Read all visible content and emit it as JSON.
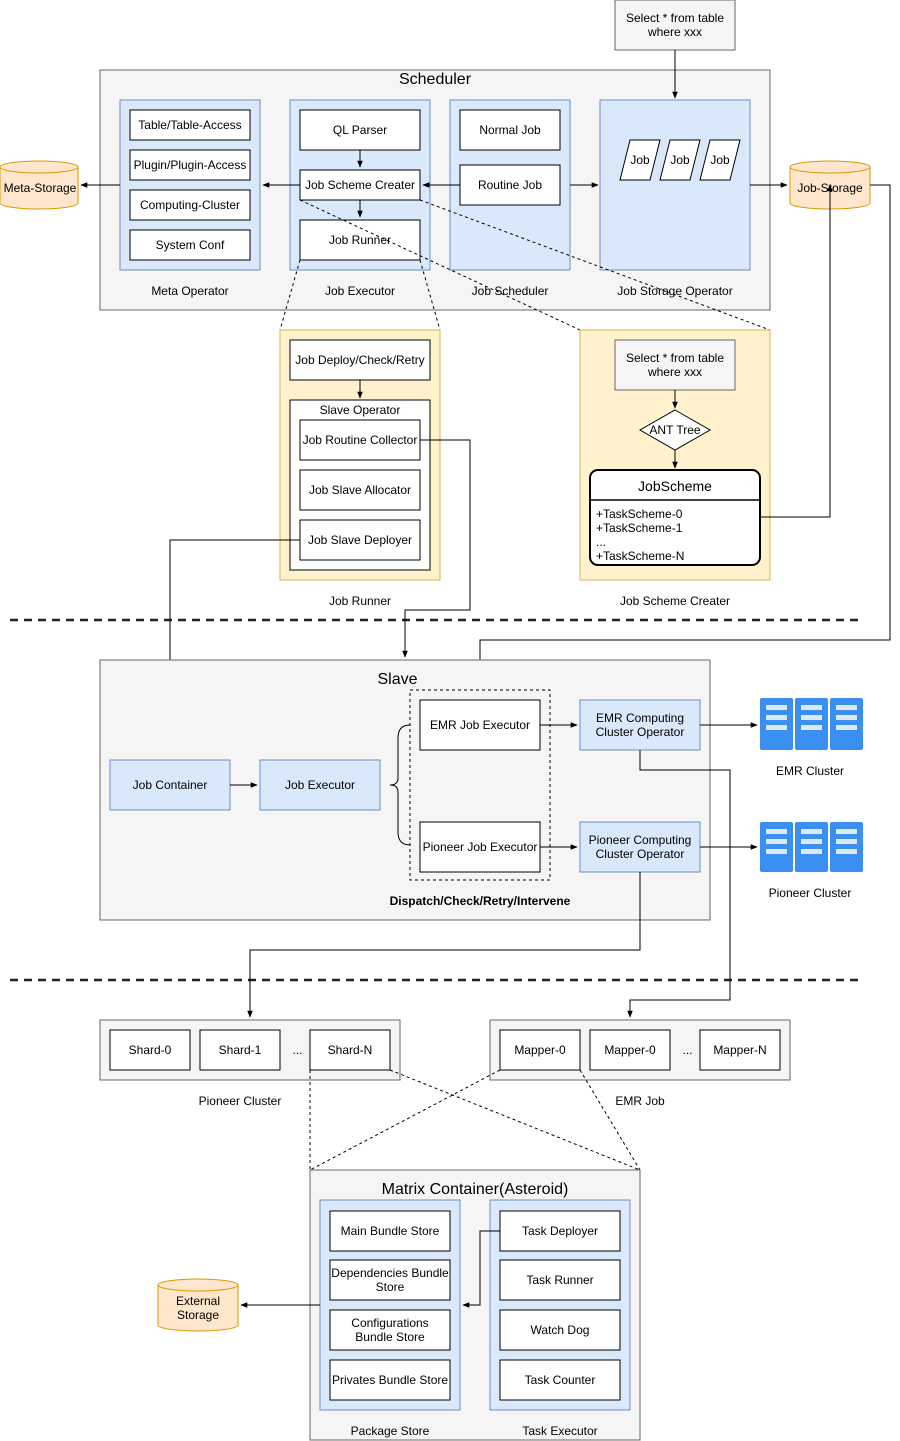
{
  "scheduler": {
    "title": "Scheduler",
    "meta_operator": {
      "label": "Meta Operator",
      "items": [
        "Table/Table-Access",
        "Plugin/Plugin-Access",
        "Computing-Cluster",
        "System Conf"
      ]
    },
    "job_executor": {
      "label": "Job Executor",
      "ql_parser": "QL Parser",
      "job_scheme_creater": "Job Scheme Creater",
      "job_runner": "Job Runner"
    },
    "job_scheduler": {
      "label": "Job Scheduler",
      "normal_job": "Normal Job",
      "routine_job": "Routine Job"
    },
    "job_storage_operator": {
      "label": "Job Storage Operator",
      "jobs": [
        "Job",
        "Job",
        "Job"
      ]
    }
  },
  "meta_storage": "Meta-Storage",
  "job_storage": "Job-Storage",
  "query_top": "Select * from table\nwhere xxx",
  "job_runner_detail": {
    "label": "Job Runner",
    "deploy": "Job Deploy/Check/Retry",
    "slave_operator": "Slave Operator",
    "collector": "Job Routine Collector",
    "allocator": "Job Slave Allocator",
    "deployer": "Job Slave Deployer"
  },
  "job_scheme_creater_detail": {
    "label": "Job Scheme Creater",
    "query": "Select * from table\nwhere xxx",
    "ant_tree": "ANT Tree",
    "job_scheme": "JobScheme",
    "task_schemes": [
      "+TaskScheme-0",
      "+TaskScheme-1",
      "...",
      "+TaskScheme-N"
    ]
  },
  "slave": {
    "title": "Slave",
    "job_container": "Job Container",
    "job_executor": "Job Executor",
    "emr_job_executor": "EMR Job Executor",
    "pioneer_job_executor": "Pioneer Job Executor",
    "emr_operator": "EMR Computing\nCluster Operator",
    "pioneer_operator": "Pioneer Computing\nCluster Operator",
    "dispatch_label": "Dispatch/Check/Retry/Intervene"
  },
  "emr_cluster": "EMR Cluster",
  "pioneer_cluster_right": "Pioneer Cluster",
  "pioneer_cluster": {
    "label": "Pioneer Cluster",
    "shards": [
      "Shard-0",
      "Shard-1",
      "Shard-N"
    ],
    "ellipsis": "..."
  },
  "emr_job": {
    "label": "EMR Job",
    "mappers": [
      "Mapper-0",
      "Mapper-0",
      "Mapper-N"
    ],
    "ellipsis": "..."
  },
  "matrix": {
    "title": "Matrix Container(Asteroid)",
    "package_store": {
      "label": "Package Store",
      "items": [
        "Main Bundle Store",
        "Dependencies Bundle\nStore",
        "Configurations\nBundle Store",
        "Privates Bundle Store"
      ]
    },
    "task_executor": {
      "label": "Task Executor",
      "items": [
        "Task Deployer",
        "Task Runner",
        "Watch Dog",
        "Task Counter"
      ]
    }
  },
  "external_storage": "External\nStorage",
  "colors": {
    "gray_fill": "#f5f5f5",
    "gray_stroke": "#666666",
    "blue_fill": "#dae8fc",
    "blue_stroke": "#6c8ebf",
    "yellow_fill": "#fff2cc",
    "yellow_stroke": "#d6b656",
    "cyl_fill": "#ffe6cc",
    "cyl_stroke": "#d79b00",
    "server_blue": "#3b8ff0"
  }
}
